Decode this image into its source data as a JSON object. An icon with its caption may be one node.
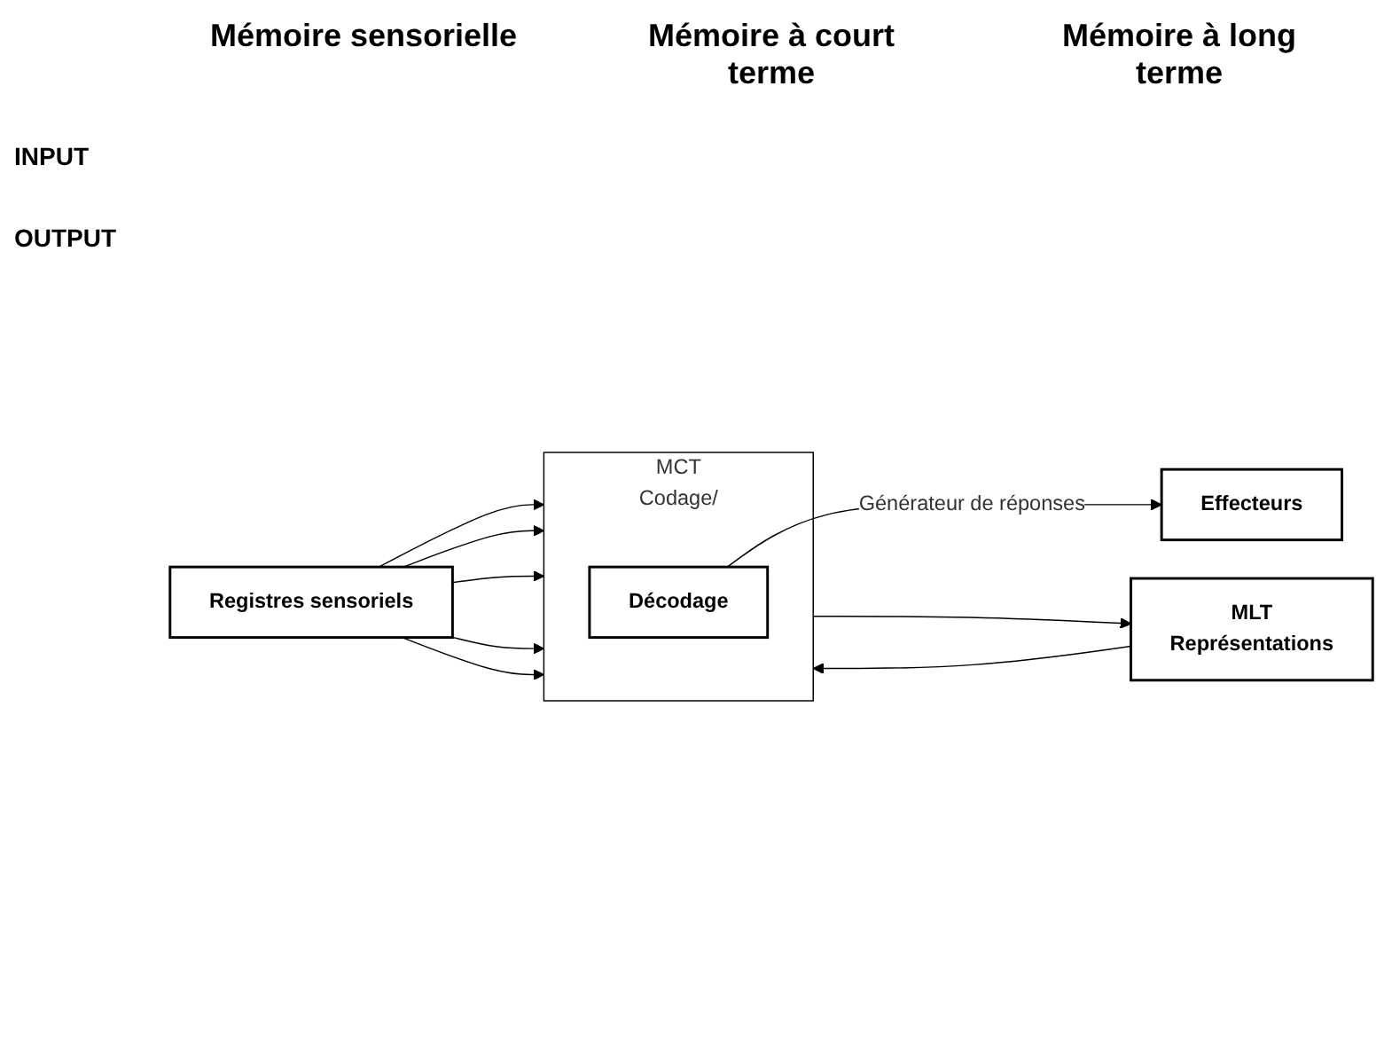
{
  "diagram": {
    "nodes": [
      {
        "text": [
          "Registres sensoriels"
        ]
      },
      {
        "text": [
          "MCT",
          "Codage/"
        ]
      },
      {
        "text": [
          "Décodage"
        ],
        "in": 1
      },
      {
        "text": [
          "MLT",
          "Représentations"
        ]
      },
      {
        "text": [
          "Effecteurs"
        ]
      }
    ],
    "edges": [
      {
        "from": 0,
        "to": 1,
        "arrow": "to"
      },
      {
        "from": 0,
        "to": 1,
        "arrow": "to"
      },
      {
        "from": 0,
        "to": 1,
        "arrow": "to"
      },
      {
        "from": 0,
        "to": 1,
        "arrow": "to"
      },
      {
        "from": 0,
        "to": 1,
        "arrow": "to"
      },
      {
        "from": 1,
        "to": 3,
        "arrow": "to"
      },
      {
        "from": 3,
        "to": 1,
        "arrow": "to"
      },
      {
        "from": 2,
        "to": 4,
        "label": "Générateur de réponses",
        "arrow": "to"
      }
    ],
    "labels": [
      "Mémoire sensorielle",
      "Mémoire à court terme",
      "Mémoire à long terme",
      "INPUT",
      "OUTPUT"
    ]
  }
}
